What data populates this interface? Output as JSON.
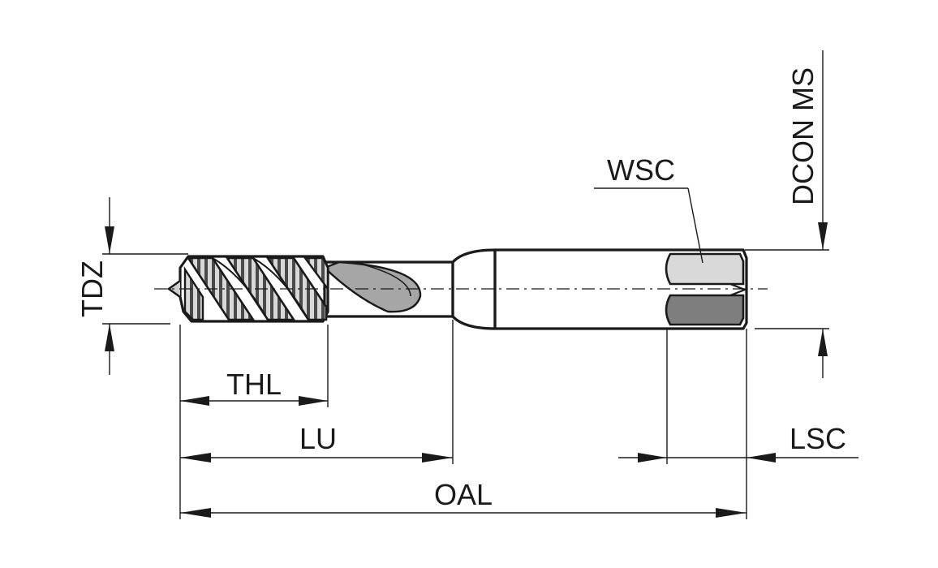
{
  "diagram": {
    "subject": "spiral flute tap dimension drawing",
    "labels": {
      "tdz": "TDZ",
      "thl": "THL",
      "lu": "LU",
      "oal": "OAL",
      "wsc": "WSC",
      "lsc": "LSC",
      "dcon_ms": "DCON MS"
    },
    "colors": {
      "ink": "#1a1a1a",
      "shank_light": "#e6e6e6",
      "shank_mid": "#c4c4c4",
      "shank_dark": "#8a8a8a",
      "flat_face": "#d9d9d9",
      "thread_dark": "#5a5a5a"
    }
  }
}
